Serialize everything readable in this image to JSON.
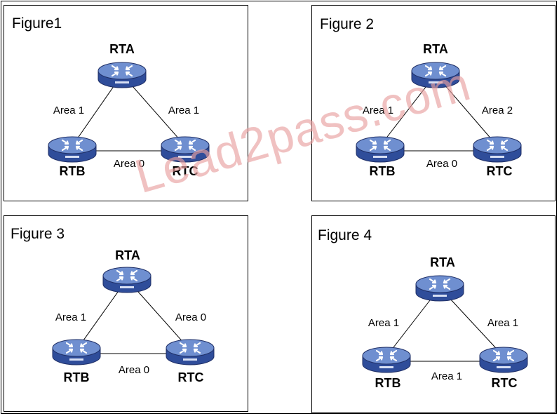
{
  "figures": [
    {
      "title": "Figure1",
      "routers": {
        "a": "RTA",
        "b": "RTB",
        "c": "RTC"
      },
      "links": {
        "ab": "Area 1",
        "ac": "Area 1",
        "bc": "Area 0"
      }
    },
    {
      "title": "Figure 2",
      "routers": {
        "a": "RTA",
        "b": "RTB",
        "c": "RTC"
      },
      "links": {
        "ab": "Area 1",
        "ac": "Area 2",
        "bc": "Area 0"
      }
    },
    {
      "title": "Figure 3",
      "routers": {
        "a": "RTA",
        "b": "RTB",
        "c": "RTC"
      },
      "links": {
        "ab": "Area 1",
        "ac": "Area 0",
        "bc": "Area 0"
      }
    },
    {
      "title": "Figure 4",
      "routers": {
        "a": "RTA",
        "b": "RTB",
        "c": "RTC"
      },
      "links": {
        "ab": "Area 1",
        "ac": "Area 1",
        "bc": "Area 1"
      }
    }
  ],
  "watermark": "Lead2pass.com",
  "colors": {
    "router_top": "#6f8fd0",
    "router_side": "#2f4d9a",
    "router_rim": "#1f2f66",
    "watermark": "#e8a0a0"
  }
}
